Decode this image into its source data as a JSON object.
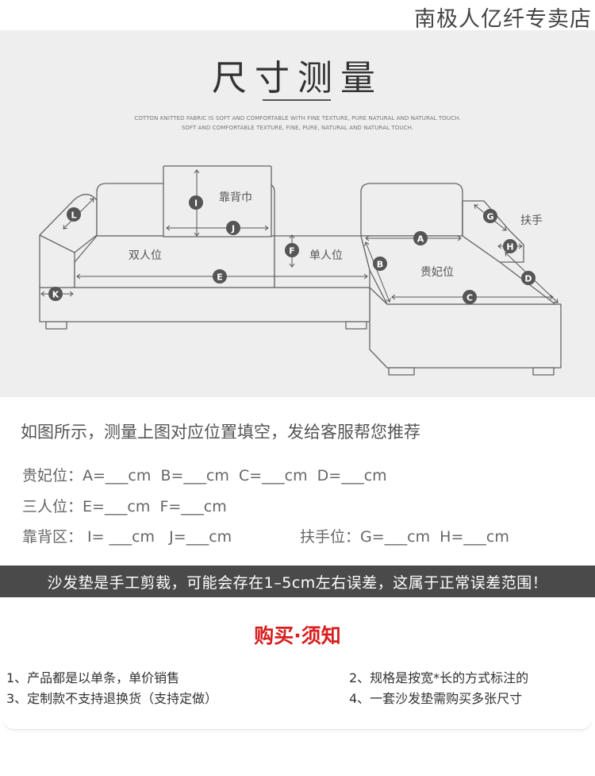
{
  "store_name": "南极人亿纤专卖店",
  "header": {
    "title": "尺寸测量",
    "subtitle_line1": "COTTON KNITTED FABRIC IS SOFT AND COMFORTABLE WITH FINE TEXTURE, PURE NATURAL AND NATURAL TOUCH.",
    "subtitle_line2": "SOFT AND COMFORTABLE TEXTURE, FINE, PURE, NATURAL AND NATURAL TOUCH."
  },
  "diagram": {
    "labels": {
      "backrest": "靠背巾",
      "double_seat": "双人位",
      "single_seat": "单人位",
      "chaise": "贵妃位",
      "armrest": "扶手"
    },
    "markers": [
      "A",
      "B",
      "C",
      "D",
      "E",
      "F",
      "G",
      "H",
      "I",
      "J",
      "K",
      "L"
    ]
  },
  "instruction": "如图所示，测量上图对应位置填空，发给客服帮您推荐",
  "form": {
    "row1": "贵妃位：A=___cm  B=___cm  C=___cm  D=___cm",
    "row2": "三人位：E=___cm  F=___cm",
    "row3": "靠背区： I= ___cm   J=___cm",
    "row3b": "扶手位：G=___cm  H=___cm"
  },
  "banner": "沙发垫是手工剪裁，可能会存在1–5cm左右误差，这属于正常误差范围！",
  "purchase": {
    "title": "购买·须知",
    "notes": [
      "1、产品都是以单条，单价销售",
      "2、规格是按宽*长的方式标注的",
      "3、定制款不支持退换货（支持定做）",
      "4、一套沙发垫需购买多张尺寸"
    ]
  },
  "colors": {
    "panel_bg": "#eeeeee",
    "line": "#555555",
    "marker_fill": "#555555",
    "banner_bg": "#4a4a4a",
    "accent_red": "#d81e1e"
  }
}
